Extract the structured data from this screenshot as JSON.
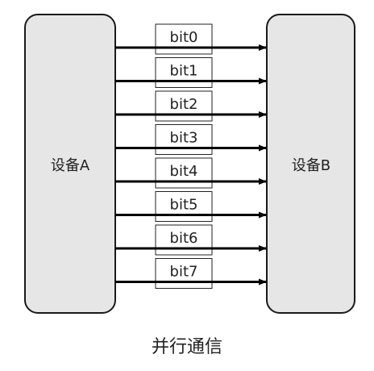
{
  "devices": {
    "left_label": "设备A",
    "right_label": "设备B",
    "fill_color": "#e6e6e6",
    "stroke_color": "#1a1a1a"
  },
  "bits": [
    "bit0",
    "bit1",
    "bit2",
    "bit3",
    "bit4",
    "bit5",
    "bit6",
    "bit7"
  ],
  "arrow_color": "#000000",
  "caption": "并行通信"
}
